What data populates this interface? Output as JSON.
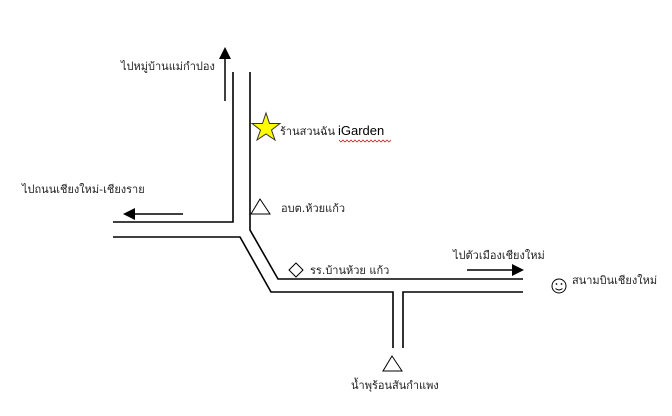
{
  "map": {
    "labels": {
      "north_direction": "ไปหมู่บ้านแม่กำปอง",
      "shop_name_thai": "ร้านสวนฉัน",
      "shop_name_brand": "iGarden",
      "west_direction": "ไปถนนเชียงใหม่-เชียงราย",
      "sao_office": "อบต.ห้วยแก้ว",
      "school": "รร.บ้านห้วย แก้ว",
      "east_direction": "ไปตัวเมืองเชียงใหม่",
      "airport": "สนามบินเชียงใหม่",
      "hot_spring": "น้ำพุร้อนสันกำแพง"
    },
    "colors": {
      "star_fill": "#ffff00",
      "road": "#000000",
      "spellcheck_underline": "#cc0000"
    }
  }
}
